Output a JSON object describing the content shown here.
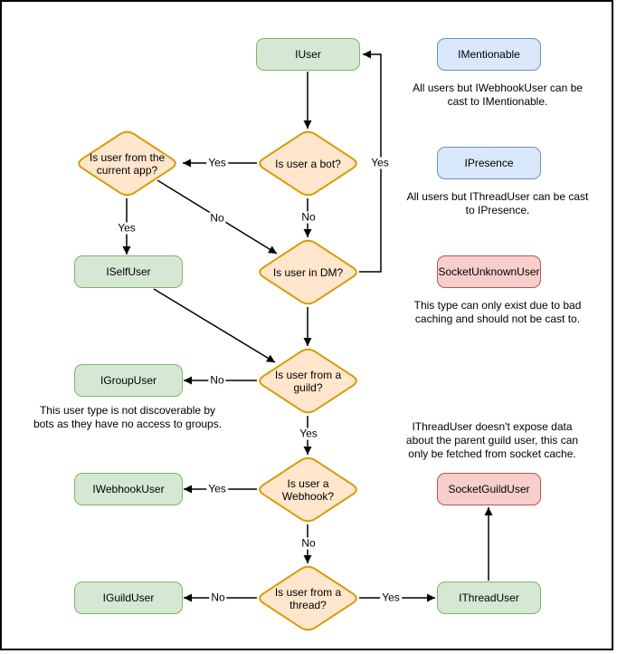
{
  "diagram": {
    "colors": {
      "interface_fill": "#d5e8d4",
      "interface_stroke": "#82b366",
      "castable_fill": "#dae8fc",
      "castable_stroke": "#6c8ebf",
      "socket_fill": "#f8cecc",
      "socket_stroke": "#b85450",
      "decision_fill": "#ffe6cc",
      "decision_stroke": "#d79b00",
      "edge": "#000000",
      "background": "#ffffff"
    },
    "nodes": {
      "iuser": {
        "label": "IUser"
      },
      "imentionable": {
        "label": "IMentionable"
      },
      "ipresence": {
        "label": "IPresence"
      },
      "socket_unknown_user": {
        "label": "SocketUnknownUser"
      },
      "iself_user": {
        "label": "ISelfUser"
      },
      "igroup_user": {
        "label": "IGroupUser"
      },
      "iwebhook_user": {
        "label": "IWebhookUser"
      },
      "iguild_user": {
        "label": "IGuildUser"
      },
      "socket_guild_user": {
        "label": "SocketGuildUser"
      },
      "ithread_user": {
        "label": "IThreadUser"
      }
    },
    "decisions": {
      "bot": {
        "label": "Is user a bot?"
      },
      "current_app": {
        "label": "Is user from the current app?"
      },
      "dm": {
        "label": "Is user in DM?"
      },
      "guild": {
        "label": "Is user from a guild?"
      },
      "webhook": {
        "label": "Is user a Webhook?"
      },
      "thread": {
        "label": "Is user from a thread?"
      }
    },
    "notes": {
      "mentionable": "All users but IWebhookUser can be cast to IMentionable.",
      "presence": "All users but IThreadUser can be cast to IPresence.",
      "unknown_user": "This type can only exist due to bad caching and should not be cast to.",
      "group_user": "This user type is not discoverable by bots as they have no access to groups.",
      "thread_user": "IThreadUser doesn't expose data about the parent guild user, this can only be fetched from socket cache."
    },
    "edge_labels": {
      "bot_yes": "Yes",
      "bot_no": "No",
      "current_app_yes": "Yes",
      "current_app_no": "No",
      "dm_yes": "Yes",
      "guild_no": "No",
      "guild_yes": "Yes",
      "webhook_yes": "Yes",
      "webhook_no": "No",
      "thread_no": "No",
      "thread_yes": "Yes"
    }
  }
}
